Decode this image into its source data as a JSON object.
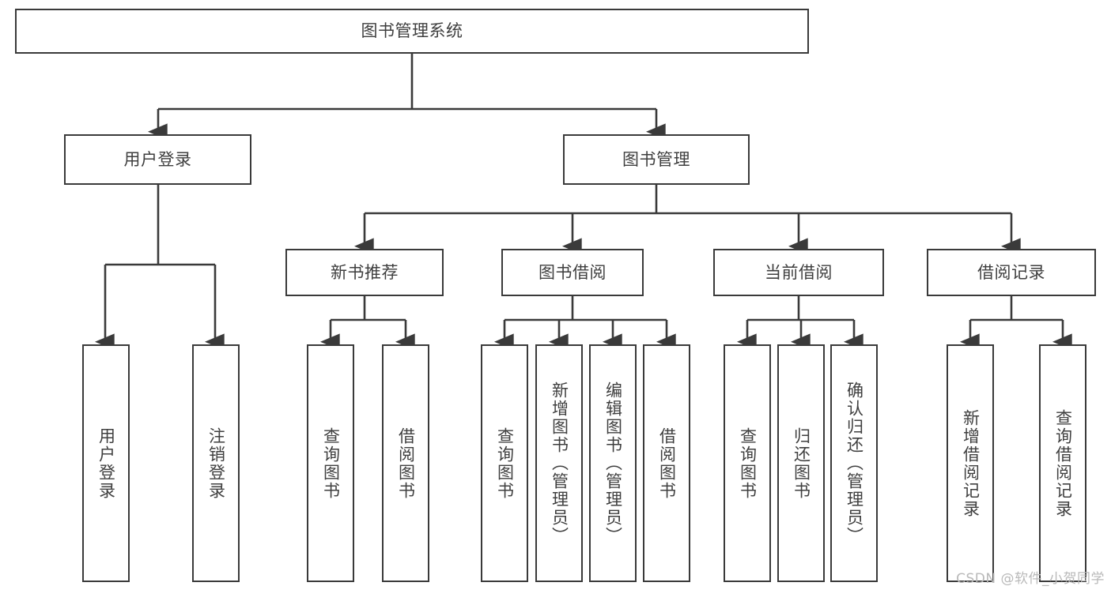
{
  "diagram": {
    "title_node": "图书管理系统",
    "type": "hierarchy-tree",
    "colors": {
      "background": "#ffffff",
      "box_border": "#3a3a3a",
      "box_fill": "#ffffff",
      "text": "#3f3f3f",
      "connector": "#3a3a3a",
      "watermark": "#b9b9b9"
    },
    "nodes": {
      "root": "图书管理系统",
      "level1": [
        {
          "label": "用户登录"
        },
        {
          "label": "图书管理"
        }
      ],
      "level2": [
        {
          "label": "新书推荐"
        },
        {
          "label": "图书借阅"
        },
        {
          "label": "当前借阅"
        },
        {
          "label": "借阅记录"
        }
      ],
      "leaves_user_login": [
        {
          "label": "用户登录"
        },
        {
          "label": "注销登录"
        }
      ],
      "leaves_new_book": [
        {
          "label": "查询图书"
        },
        {
          "label": "借阅图书"
        }
      ],
      "leaves_borrow": [
        {
          "label": "查询图书"
        },
        {
          "label": "新增图书（管理员）"
        },
        {
          "label": "编辑图书（管理员）"
        },
        {
          "label": "借阅图书"
        }
      ],
      "leaves_current": [
        {
          "label": "查询图书"
        },
        {
          "label": "归还图书"
        },
        {
          "label": "确认归还（管理员）"
        }
      ],
      "leaves_record": [
        {
          "label": "新增借阅记录"
        },
        {
          "label": "查询借阅记录"
        }
      ]
    },
    "watermark": "CSDN @软件_小贺同学"
  }
}
